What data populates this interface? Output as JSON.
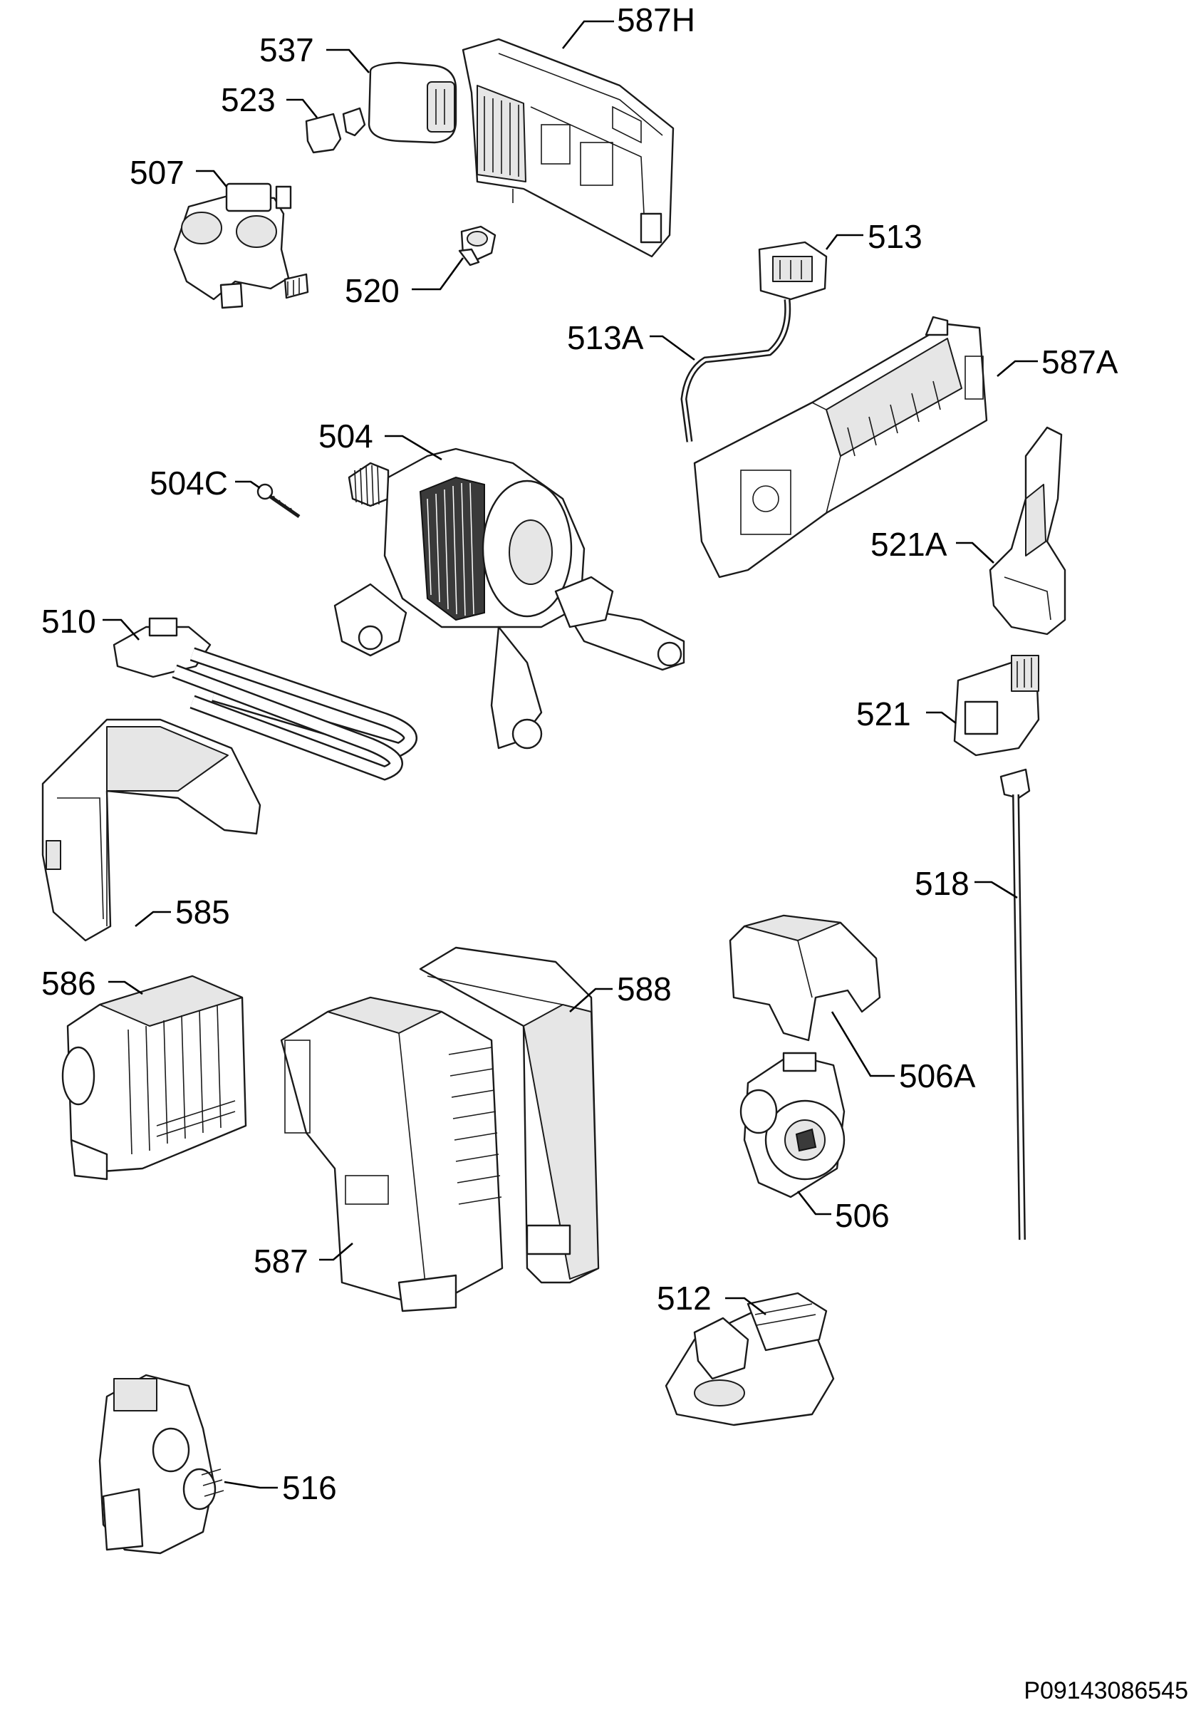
{
  "document_id": "P09143086545",
  "labels": {
    "p537": "537",
    "p523": "523",
    "p507": "507",
    "p520": "520",
    "p587H": "587H",
    "p513": "513",
    "p513A": "513A",
    "p587A": "587A",
    "p504": "504",
    "p504C": "504C",
    "p521A": "521A",
    "p510": "510",
    "p521": "521",
    "p518": "518",
    "p585": "585",
    "p586": "586",
    "p588": "588",
    "p506A": "506A",
    "p506": "506",
    "p587": "587",
    "p512": "512",
    "p516": "516"
  }
}
